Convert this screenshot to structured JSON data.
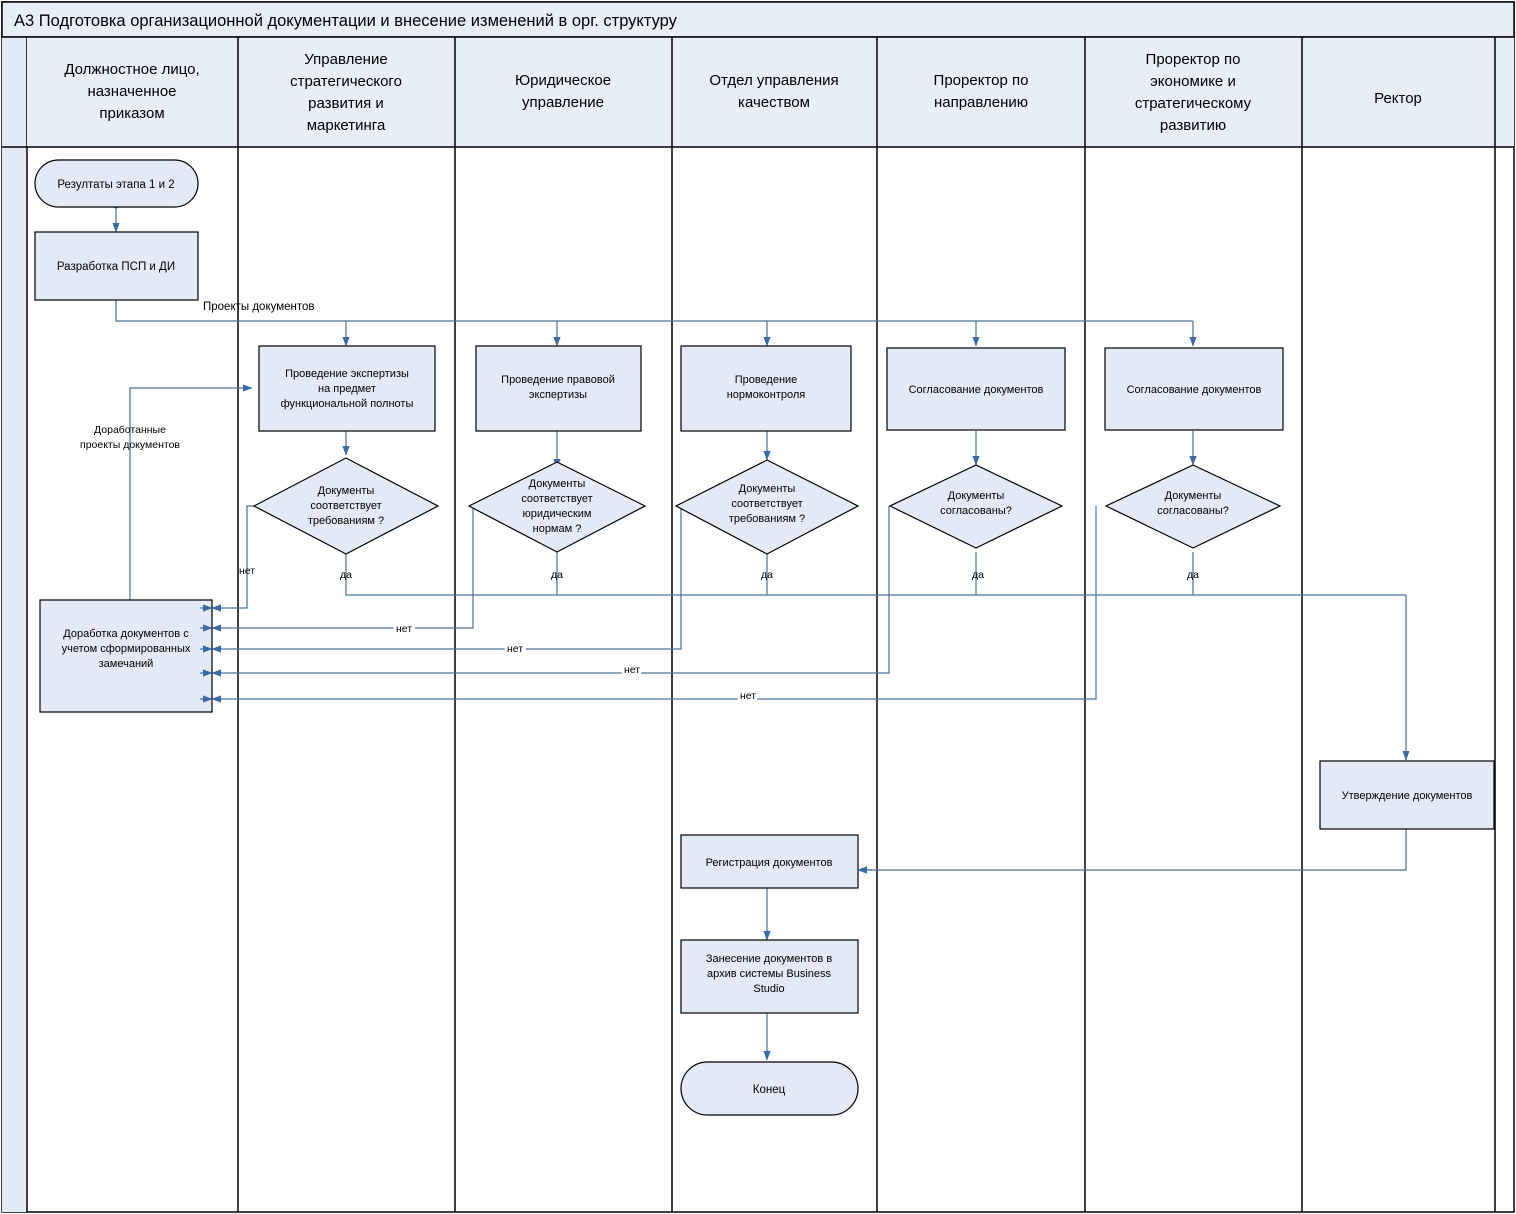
{
  "diagram": {
    "title": "A3 Подготовка организационной документации и внесение изменений в орг. структуру",
    "type": "cross-functional-flowchart",
    "colors": {
      "shape_fill": "#e3eaf5",
      "shape_stroke": "#000000",
      "header_fill": "#e8eef8",
      "connector": "#4a7296",
      "frame": "#000000",
      "margin_fill": "#e3eaf5"
    },
    "lanes": [
      {
        "id": "lane1",
        "label": "Должностное лицо, назначенное приказом"
      },
      {
        "id": "lane2",
        "label": "Управление стратегического развития и маркетинга"
      },
      {
        "id": "lane3",
        "label": "Юридическое управление"
      },
      {
        "id": "lane4",
        "label": "Отдел управления качеством"
      },
      {
        "id": "lane5",
        "label": "Проректор по направлению"
      },
      {
        "id": "lane6",
        "label": "Проректор по экономике и стратегическому развитию"
      },
      {
        "id": "lane7",
        "label": "Ректор"
      }
    ],
    "nodes": [
      {
        "id": "n_start",
        "lane": 1,
        "shape": "terminator",
        "text": "Резултаты этапа 1 и 2"
      },
      {
        "id": "n_dev",
        "lane": 1,
        "shape": "process",
        "text": "Разработка ПСП и ДИ"
      },
      {
        "id": "n_rework",
        "lane": 1,
        "shape": "process",
        "text": "Доработка документов с учетом сформированных замечаний"
      },
      {
        "id": "n_exp_fn",
        "lane": 2,
        "shape": "process",
        "text": "Проведение экспертизы на предмет функциональной полноты"
      },
      {
        "id": "n_d_fn",
        "lane": 2,
        "shape": "decision",
        "text": "Документы соответствует требованиям ?"
      },
      {
        "id": "n_exp_law",
        "lane": 3,
        "shape": "process",
        "text": "Проведение правовой экспертизы"
      },
      {
        "id": "n_d_law",
        "lane": 3,
        "shape": "decision",
        "text": "Документы соответствует юридическим нормам ?"
      },
      {
        "id": "n_norm",
        "lane": 4,
        "shape": "process",
        "text": "Проведение нормоконтроля"
      },
      {
        "id": "n_d_norm",
        "lane": 4,
        "shape": "decision",
        "text": "Документы соответствует требованиям ?"
      },
      {
        "id": "n_reg",
        "lane": 4,
        "shape": "process",
        "text": "Регистрация документов"
      },
      {
        "id": "n_arch",
        "lane": 4,
        "shape": "process",
        "text": "Занесение документов в архив системы Business Studio"
      },
      {
        "id": "n_end",
        "lane": 4,
        "shape": "terminator",
        "text": "Конец"
      },
      {
        "id": "n_agr5",
        "lane": 5,
        "shape": "process",
        "text": "Согласование документов"
      },
      {
        "id": "n_d_agr5",
        "lane": 5,
        "shape": "decision",
        "text": "Документы согласованы?"
      },
      {
        "id": "n_agr6",
        "lane": 6,
        "shape": "process",
        "text": "Согласование документов"
      },
      {
        "id": "n_d_agr6",
        "lane": 6,
        "shape": "decision",
        "text": "Документы согласованы?"
      },
      {
        "id": "n_appr",
        "lane": 7,
        "shape": "process",
        "text": "Утверждение документов"
      }
    ],
    "edge_labels": {
      "drafts": "Проекты документов",
      "reworked_drafts": "Доработанные проекты документов",
      "yes": "да",
      "no": "нет"
    },
    "edges": [
      {
        "from": "n_start",
        "to": "n_dev",
        "label": ""
      },
      {
        "from": "n_dev",
        "to": "broadcast",
        "label": "Проекты документов"
      },
      {
        "from": "n_rework",
        "to": "n_exp_fn",
        "label": "Доработанные проекты документов"
      },
      {
        "from": "n_exp_fn",
        "to": "n_d_fn",
        "label": ""
      },
      {
        "from": "n_d_fn",
        "to": "n_exp_law_chain",
        "label": "да"
      },
      {
        "from": "n_d_fn",
        "to": "n_rework",
        "label": "нет"
      },
      {
        "from": "n_exp_law",
        "to": "n_d_law",
        "label": ""
      },
      {
        "from": "n_d_law",
        "to": "join",
        "label": "да"
      },
      {
        "from": "n_d_law",
        "to": "n_rework",
        "label": "нет"
      },
      {
        "from": "n_norm",
        "to": "n_d_norm",
        "label": ""
      },
      {
        "from": "n_d_norm",
        "to": "join",
        "label": "да"
      },
      {
        "from": "n_d_norm",
        "to": "n_rework",
        "label": "нет"
      },
      {
        "from": "n_agr5",
        "to": "n_d_agr5",
        "label": ""
      },
      {
        "from": "n_d_agr5",
        "to": "join",
        "label": "да"
      },
      {
        "from": "n_d_agr5",
        "to": "n_rework",
        "label": "нет"
      },
      {
        "from": "n_agr6",
        "to": "n_d_agr6",
        "label": ""
      },
      {
        "from": "n_d_agr6",
        "to": "join",
        "label": "да"
      },
      {
        "from": "n_d_agr6",
        "to": "n_rework",
        "label": "нет"
      },
      {
        "from": "join",
        "to": "n_appr",
        "label": ""
      },
      {
        "from": "n_appr",
        "to": "n_reg",
        "label": ""
      },
      {
        "from": "n_reg",
        "to": "n_arch",
        "label": ""
      },
      {
        "from": "n_arch",
        "to": "n_end",
        "label": ""
      }
    ]
  }
}
